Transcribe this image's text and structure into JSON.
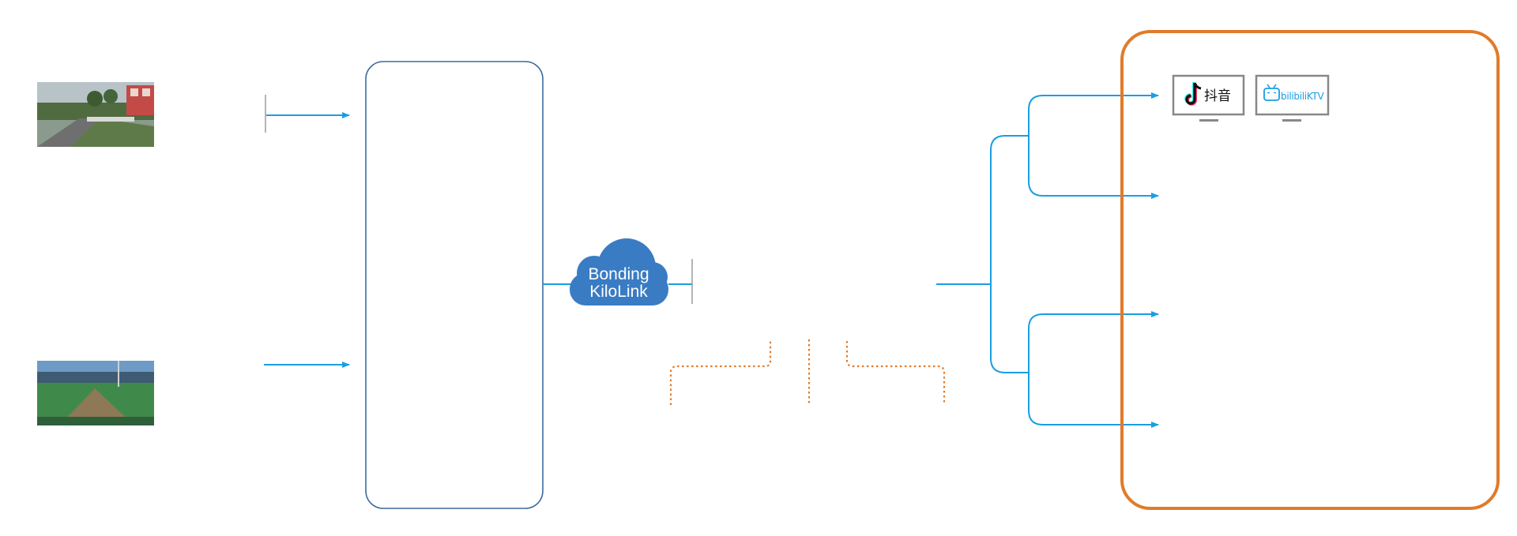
{
  "diagram": {
    "cloud": {
      "line1": "Bonding",
      "line2": "KiloLink"
    },
    "platforms": [
      {
        "icon": "tiktok-icon",
        "label": "抖音"
      },
      {
        "icon": "bilibili-tv-icon",
        "label": "bilibiliKTV"
      }
    ],
    "colors": {
      "flow_arrow": "#1a9ee2",
      "cloud_fill": "#3a7cc4",
      "box_outline": "#3d6a9e",
      "dest_frame": "#e07b2a",
      "dotted_link": "#e07b2a",
      "monitor_frame": "#888888"
    }
  }
}
